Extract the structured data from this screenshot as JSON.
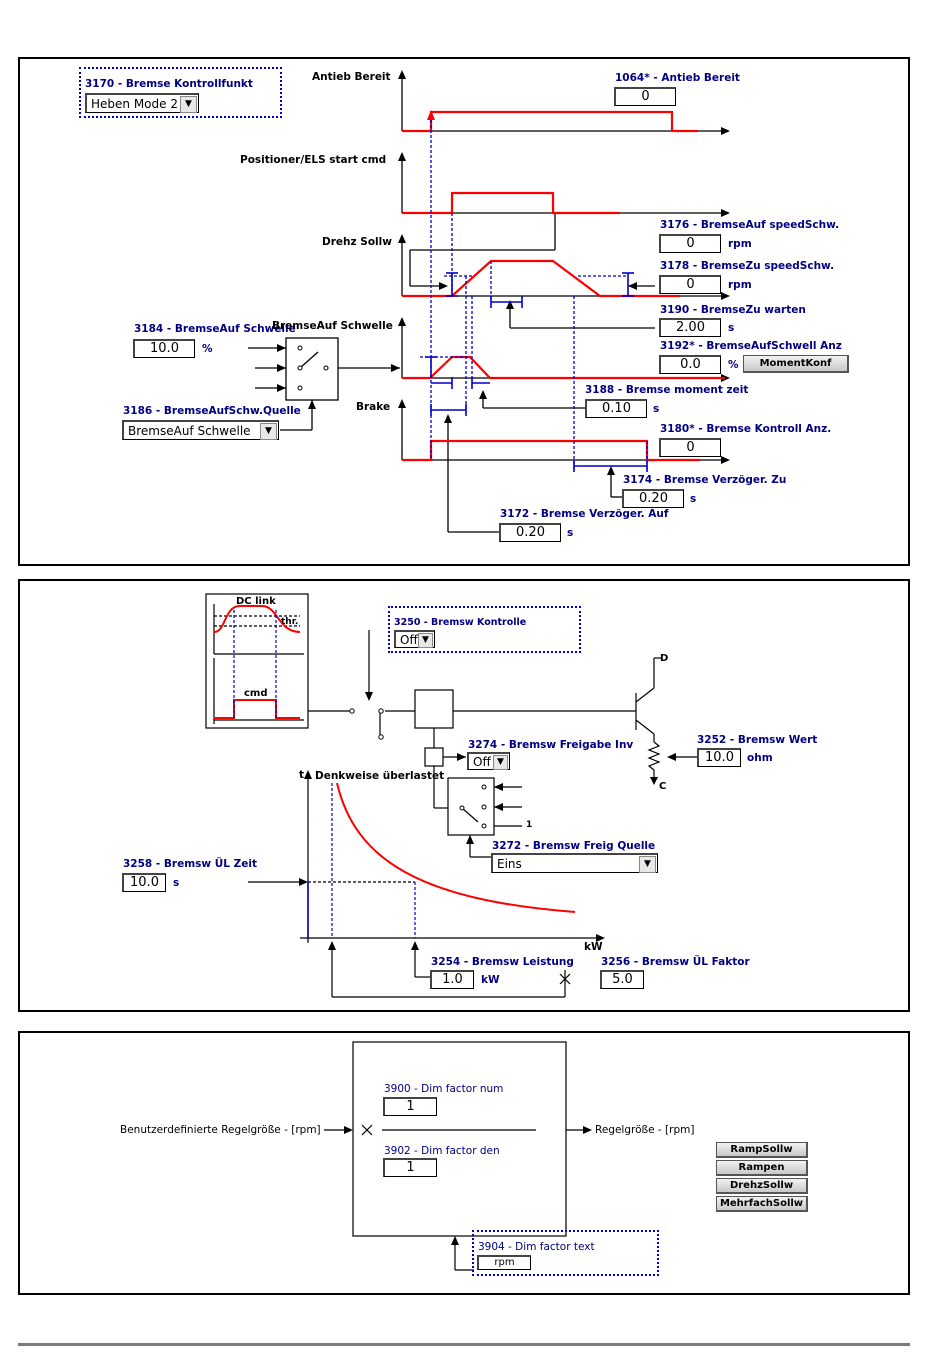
{
  "panel1": {
    "mode_param": {
      "label": "3170 - Bremse Kontrollfunkt",
      "value": "Heben Mode 2"
    },
    "sig_ready": "Antieb Bereit",
    "ready_param": {
      "label": "1064* - Antieb Bereit",
      "value": "0"
    },
    "sig_pos": "Positioner/ELS start cmd",
    "sig_speed": "Drehz Sollw",
    "open_speed": {
      "label": "3176 - BremseAuf speedSchw.",
      "value": "0",
      "unit": "rpm"
    },
    "close_speed": {
      "label": "3178 - BremseZu speedSchw.",
      "value": "0",
      "unit": "rpm"
    },
    "close_wait": {
      "label": "3190 - BremseZu warten",
      "value": "2.00",
      "unit": "s"
    },
    "open_thr": {
      "label": "3184 - BremseAuf Schwelle",
      "value": "10.0",
      "unit": "%"
    },
    "sig_thr": "BremseAuf Schwelle",
    "thr_disp": {
      "label": "3192* - BremseAufSchwell Anz",
      "value": "0.0",
      "unit": "%",
      "button": "MomentKonf"
    },
    "torque_time": {
      "label": "3188 - Bremse moment zeit",
      "value": "0.10",
      "unit": "s"
    },
    "thr_source": {
      "label": "3186 - BremseAufSchw.Quelle",
      "value": "BremseAuf Schwelle"
    },
    "sig_brake": "Brake",
    "ctrl_disp": {
      "label": "3180* - Bremse Kontroll Anz.",
      "value": "0"
    },
    "close_delay": {
      "label": "3174 - Bremse Verzöger. Zu",
      "value": "0.20",
      "unit": "s"
    },
    "open_delay": {
      "label": "3172 - Bremse Verzöger. Auf",
      "value": "0.20",
      "unit": "s"
    }
  },
  "panel2": {
    "dclink": "DC link",
    "thr": "thr.",
    "cmd": "cmd",
    "ctrl": {
      "label": "3250 - Bremsw Kontrolle",
      "value": "Off"
    },
    "term_d": "D",
    "term_c": "C",
    "value_param": {
      "label": "3252 - Bremsw Wert",
      "value": "10.0",
      "unit": "ohm"
    },
    "enable_inv": {
      "label": "3274 - Bremsw Freigabe Inv",
      "value": "Off"
    },
    "t_axis": "t",
    "overload": "Denkweise überlastet",
    "input_one": "1",
    "enable_src": {
      "label": "3272 - Bremsw Freig Quelle",
      "value": "Eins"
    },
    "ol_time": {
      "label": "3258 - Bremsw ÜL Zeit",
      "value": "10.0",
      "unit": "s"
    },
    "kw_axis": "kW",
    "power": {
      "label": "3254 - Bremsw Leistung",
      "value": "1.0",
      "unit": "kW"
    },
    "ol_factor": {
      "label": "3256 - Bremsw ÜL Faktor",
      "value": "5.0"
    }
  },
  "panel3": {
    "num": {
      "label": "3900 - Dim factor num",
      "value": "1"
    },
    "den": {
      "label": "3902 - Dim factor den",
      "value": "1"
    },
    "input": "Benutzerdefinierte Regelgröße - [rpm]",
    "output": "Regelgröße - [rpm]",
    "text": {
      "label": "3904 - Dim factor text",
      "value": "rpm"
    },
    "buttons": [
      "RampSollw",
      "Rampen",
      "DrehzSollw",
      "MehrfachSollw"
    ]
  }
}
